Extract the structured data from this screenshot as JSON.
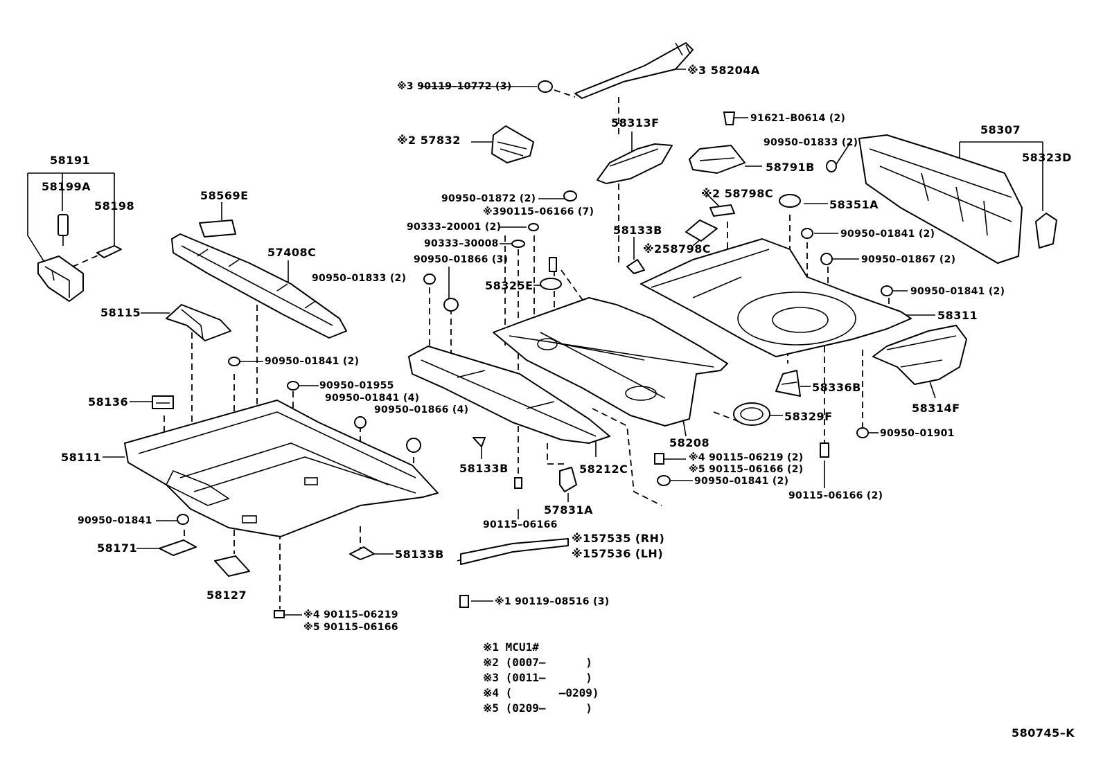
{
  "diagram_code": "580745–K",
  "labels": [
    {
      "id": "l01",
      "text": "58191"
    },
    {
      "id": "l02",
      "text": "58199A"
    },
    {
      "id": "l03",
      "text": "58198"
    },
    {
      "id": "l04",
      "text": "58569E"
    },
    {
      "id": "l05",
      "text": "57408C"
    },
    {
      "id": "l06",
      "text": "58115"
    },
    {
      "id": "l07",
      "text": "90950–01833 (2)"
    },
    {
      "id": "l08",
      "text": "90950–01841 (2)"
    },
    {
      "id": "l09",
      "text": "90950–01955"
    },
    {
      "id": "l10",
      "text": "90950–01841 (4)"
    },
    {
      "id": "l11",
      "text": "90950–01866 (4)"
    },
    {
      "id": "l12",
      "text": "58136"
    },
    {
      "id": "l13",
      "text": "58111"
    },
    {
      "id": "l14",
      "text": "90950–01841"
    },
    {
      "id": "l15",
      "text": "58171"
    },
    {
      "id": "l16",
      "text": "58127"
    },
    {
      "id": "l17",
      "text": "58133B"
    },
    {
      "id": "l18",
      "text": "※4 90115–06219"
    },
    {
      "id": "l19",
      "text": "※5 90115–06166"
    },
    {
      "id": "l20",
      "text": "※3 90119–10772 (3)"
    },
    {
      "id": "l21",
      "text": "※3 58204A"
    },
    {
      "id": "l22",
      "text": "※2 57832"
    },
    {
      "id": "l23",
      "text": "58313F"
    },
    {
      "id": "l24",
      "text": "90950–01872 (2)"
    },
    {
      "id": "l25",
      "text": "※390115–06166 (7)"
    },
    {
      "id": "l26",
      "text": "90333–20001 (2)"
    },
    {
      "id": "l27",
      "text": "90333–30008"
    },
    {
      "id": "l28",
      "text": "90950–01866 (3)"
    },
    {
      "id": "l29",
      "text": "58325E"
    },
    {
      "id": "l30",
      "text": "58133B"
    },
    {
      "id": "l31",
      "text": "58133B"
    },
    {
      "id": "l32",
      "text": "58212C"
    },
    {
      "id": "l33",
      "text": "90115–06166"
    },
    {
      "id": "l34",
      "text": "57831A"
    },
    {
      "id": "l35",
      "text": "※157535 (RH)"
    },
    {
      "id": "l36",
      "text": "※157536 (LH)"
    },
    {
      "id": "l37",
      "text": "※1 90119–08516 (3)"
    },
    {
      "id": "l38",
      "text": "58208"
    },
    {
      "id": "l39",
      "text": "※4 90115–06219 (2)"
    },
    {
      "id": "l40",
      "text": "※5 90115–06166 (2)"
    },
    {
      "id": "l41",
      "text": "90950–01841 (2)"
    },
    {
      "id": "l42",
      "text": "58329F"
    },
    {
      "id": "l43",
      "text": "91621–B0614 (2)"
    },
    {
      "id": "l44",
      "text": "90950–01833 (2)"
    },
    {
      "id": "l45",
      "text": "58791B"
    },
    {
      "id": "l46",
      "text": "※2 58798C"
    },
    {
      "id": "l47",
      "text": "※258798C"
    },
    {
      "id": "l48",
      "text": "58351A"
    },
    {
      "id": "l49",
      "text": "90950–01841 (2)"
    },
    {
      "id": "l50",
      "text": "90950–01867 (2)"
    },
    {
      "id": "l51",
      "text": "90950–01841 (2)"
    },
    {
      "id": "l52",
      "text": "58311"
    },
    {
      "id": "l53",
      "text": "58336B"
    },
    {
      "id": "l54",
      "text": "58314F"
    },
    {
      "id": "l55",
      "text": "90950–01901"
    },
    {
      "id": "l56",
      "text": "90115–06166 (2)"
    },
    {
      "id": "l57",
      "text": "58307"
    },
    {
      "id": "l58",
      "text": "58323D"
    }
  ],
  "notes": [
    "※1 MCU1#",
    "※2 (0007–      )",
    "※3 (0011–      )",
    "※4 (       –0209)",
    "※5 (0209–      )"
  ]
}
